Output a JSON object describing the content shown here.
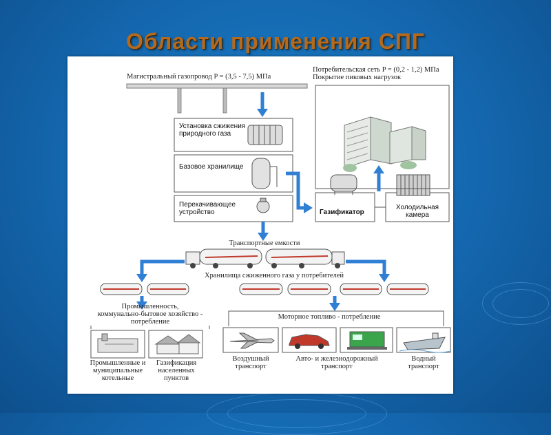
{
  "slide": {
    "title": "Области применения СПГ"
  },
  "diagram": {
    "main_pipeline": "Магистральный газопровод P = (3,5 - 7,5) МПа",
    "consumer_network_line1": "Потребительская сеть P = (0,2 - 1,2) МПа",
    "consumer_network_line2": "Покрытие пиковых нагрузок",
    "liquefaction_plant": "Установка сжижения природного газа",
    "base_storage": "Базовое хранилище",
    "pumping_device": "Перекачивающее устройство",
    "gasifier": "Газификатор",
    "cold_chamber": "Холодильная камера",
    "transport_tanks": "Транспортные емкости",
    "consumer_storage": "Хранилища сжиженного газа у потребителей",
    "industry_line1": "Промышленность,",
    "industry_line2": "коммунально-бытовое хозяйство -",
    "industry_line3": "потребление",
    "motor_fuel": "Моторное топливо - потребление",
    "industrial_boilers": "Промышленные и муниципальные котельные",
    "settlement_gasification": "Газификация населенных пунктов",
    "air_transport": "Воздушный транспорт",
    "road_rail_transport": "Авто- и железнодорожный транспорт",
    "water_transport": "Водный транспорт"
  },
  "colors": {
    "arrow_blue": "#2f7fd4",
    "title_orange": "#b36a1e",
    "background_blue": "#1670b8"
  }
}
